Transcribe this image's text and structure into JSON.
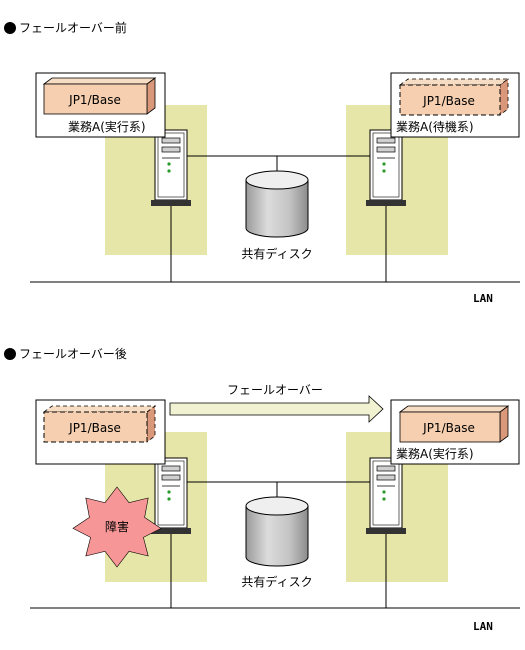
{
  "before": {
    "heading": "フェールオーバー前",
    "left_node": {
      "product": "JP1/Base",
      "role": "業務A(実行系)"
    },
    "right_node": {
      "product": "JP1/Base",
      "role": "業務A(待機系)"
    },
    "shared_disk": "共有ディスク",
    "network": "LAN"
  },
  "after": {
    "heading": "フェールオーバー後",
    "failover_arrow": "フェールオーバー",
    "failure_label": "障害",
    "left_node": {
      "product": "JP1/Base"
    },
    "right_node": {
      "product": "JP1/Base",
      "role": "業務A(実行系)"
    },
    "shared_disk": "共有ディスク",
    "network": "LAN"
  },
  "colors": {
    "zone_fill": "#E6E6A8",
    "product_box_fill": "#F5CFB0",
    "product_box_side": "#D9987A",
    "failover_arrow_fill": "#F0F2D2",
    "failure_burst": "#F79696",
    "disk_gray": "#BEBEBE"
  },
  "icons": [
    "bullet-icon",
    "server-icon",
    "disk-icon",
    "failure-burst-icon",
    "arrow-right-icon"
  ]
}
